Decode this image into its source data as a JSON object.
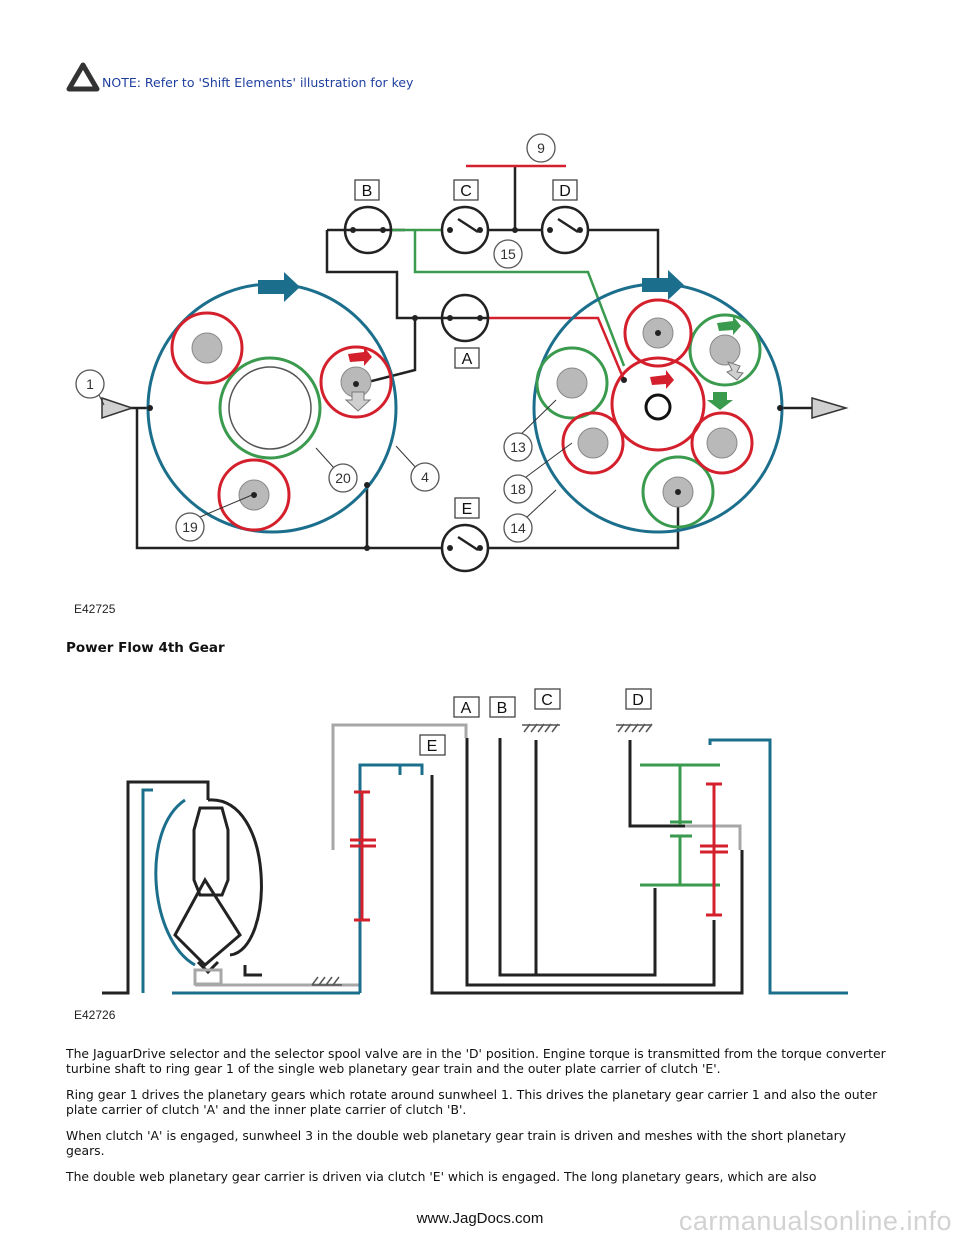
{
  "note": {
    "text": "NOTE: Refer to 'Shift Elements' illustration for key"
  },
  "figure1": {
    "id": "E42725",
    "clutch_labels": [
      "A",
      "B",
      "C",
      "D",
      "E"
    ],
    "callouts": [
      "9",
      "15",
      "1",
      "20",
      "4",
      "13",
      "18",
      "14",
      "19"
    ]
  },
  "heading": "Power Flow 4th Gear",
  "figure2": {
    "id": "E42726",
    "labels": [
      "A",
      "B",
      "C",
      "D",
      "E"
    ]
  },
  "paragraphs": [
    "The JaguarDrive selector and the selector spool valve are in the 'D' position. Engine torque is transmitted from the torque converter turbine shaft to ring gear 1 of the single web planetary gear train and the outer plate carrier of clutch 'E'.",
    "Ring gear 1 drives the planetary gears which rotate around sunwheel 1. This drives the planetary gear carrier 1 and also the outer plate carrier of clutch 'A' and the inner plate carrier of clutch 'B'.",
    "When clutch 'A' is engaged, sunwheel 3 in the double web planetary gear train is driven and meshes with the short planetary gears.",
    "The double web planetary gear carrier is driven via clutch 'E' which is engaged. The long planetary gears, which are also"
  ],
  "footer": "www.JagDocs.com",
  "watermark": "carmanualsonline.info",
  "colors": {
    "blue": "#1c6f8c",
    "red": "#d4202c",
    "green": "#3a9a4e",
    "note_text": "#1f3fa0"
  }
}
